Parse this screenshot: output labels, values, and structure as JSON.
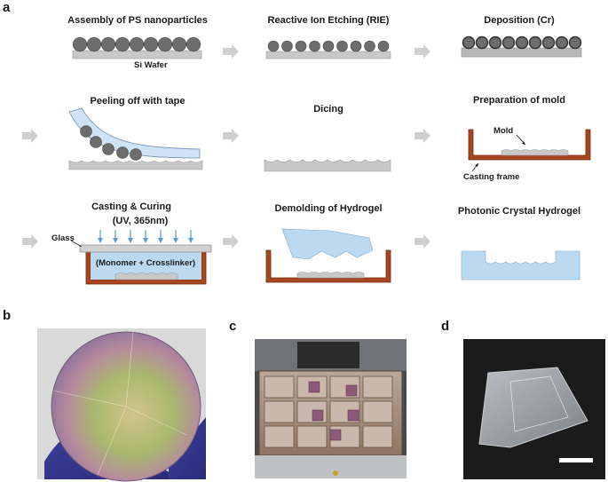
{
  "panel_labels": {
    "a": "a",
    "b": "b",
    "c": "c",
    "d": "d"
  },
  "steps": [
    "Assembly of PS nanoparticles",
    "Reactive Ion Etching (RIE)",
    "Deposition (Cr)",
    "Peeling off with tape",
    "Dicing",
    "Preparation of mold",
    "Casting & Curing",
    "Demolding of Hydrogel",
    "Photonic Crystal Hydrogel"
  ],
  "annotations": {
    "si_wafer": "Si Wafer",
    "mold": "Mold",
    "casting_frame": "Casting frame",
    "uv": "(UV, 365nm)",
    "glass": "Glass",
    "monomer": "(Monomer + Crosslinker)"
  },
  "colors": {
    "particle": "#6d6d6d",
    "particle_dark": "#4a4a4a",
    "substrate": "#c8c8c8",
    "frame": "#a8461f",
    "hydrogel": "#bcd9f2",
    "tape": "#cfe2f6",
    "arrow": "#cfcfcf",
    "uv_arrow": "#5a9bd6"
  }
}
